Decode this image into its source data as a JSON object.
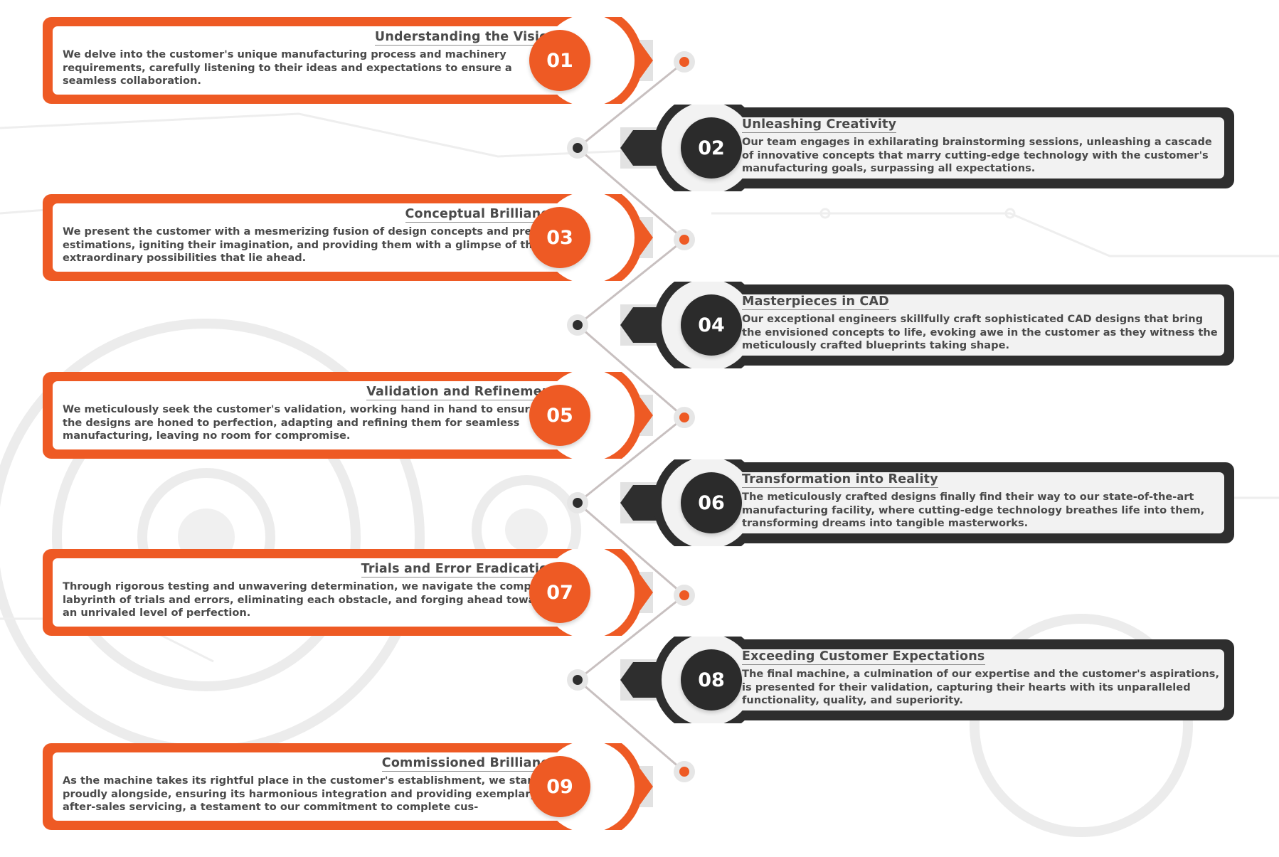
{
  "colors": {
    "orange": "#ee5a24",
    "dark": "#2e2e2e",
    "card_fill": "#ffffff",
    "card_fill_dark": "#f2f2f2",
    "text": "#4a4a4a",
    "connector": "#c4bcbc"
  },
  "steps": [
    {
      "num": "01",
      "side": "left",
      "title": "Understanding the Vision",
      "desc": "We delve into the customer's unique manufacturing process and machinery requirements, carefully listening to their ideas and expectations to ensure a seamless collaboration."
    },
    {
      "num": "02",
      "side": "right",
      "title": "Unleashing Creativity",
      "desc": "Our team engages in exhilarating brainstorming sessions, unleashing a cascade of innovative concepts that marry cutting-edge technology with the customer's manufacturing goals, surpassing all expectations."
    },
    {
      "num": "03",
      "side": "left",
      "title": "Conceptual Brilliance",
      "desc": "We present the customer with a mesmerizing fusion of design concepts and precise estimations, igniting their imagination, and providing them with a glimpse of the extraordinary possibilities that lie ahead."
    },
    {
      "num": "04",
      "side": "right",
      "title": "Masterpieces in CAD",
      "desc": "Our exceptional engineers skillfully craft sophisticated CAD designs that bring the envisioned concepts to life, evoking awe in the customer as they witness the meticulously crafted blueprints taking shape."
    },
    {
      "num": "05",
      "side": "left",
      "title": "Validation and Refinement",
      "desc": "We meticulously seek the customer's validation, working hand in hand to ensure the designs are honed to perfection, adapting and refining them for seamless manufacturing, leaving no room for compromise."
    },
    {
      "num": "06",
      "side": "right",
      "title": "Transformation into Reality",
      "desc": "The meticulously crafted designs finally find their way to our state-of-the-art manufacturing facility, where cutting-edge technology breathes life into them, transforming dreams into tangible masterworks."
    },
    {
      "num": "07",
      "side": "left",
      "title": "Trials and Error Eradication",
      "desc": "Through rigorous testing and unwavering determination, we navigate the complex labyrinth of trials and errors, eliminating each obstacle, and forging ahead towards an unrivaled level of perfection."
    },
    {
      "num": "08",
      "side": "right",
      "title": "Exceeding Customer Expectations",
      "desc": "The final machine, a culmination of our expertise and the customer's aspirations, is presented for their validation, capturing their hearts with its unparalleled functionality, quality, and superiority."
    },
    {
      "num": "09",
      "side": "left",
      "title": "Commissioned Brilliance",
      "desc": "As the machine takes its rightful place in the customer's establishment, we stand proudly alongside, ensuring its harmonious integration and providing exemplary after-sales servicing, a testament to our commitment to complete cus-"
    }
  ]
}
